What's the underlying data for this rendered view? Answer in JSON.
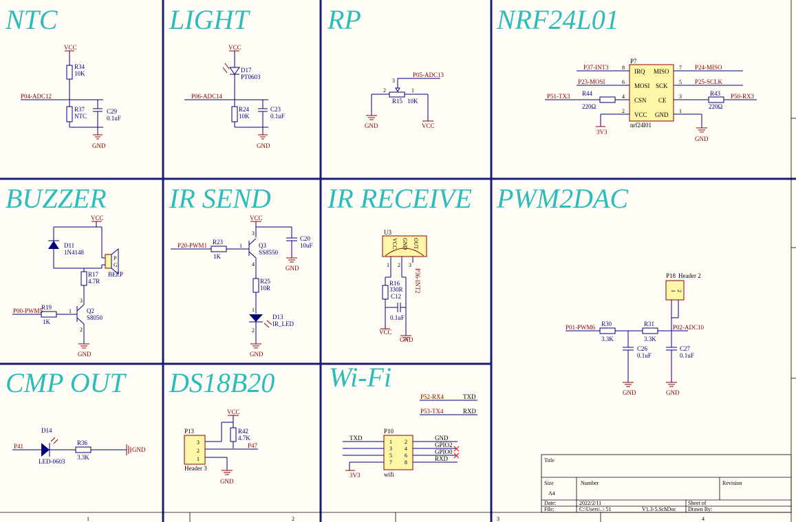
{
  "sections": {
    "ntc": {
      "title": "NTC",
      "vcc": "VCC",
      "net": "P04-ADC12",
      "r34": "R34",
      "r34v": "10K",
      "r37": "R37",
      "r37v": "NTC",
      "c29": "C29",
      "c29v": "0.1uF",
      "gnd": "GND"
    },
    "light": {
      "title": "LIGHT",
      "vcc": "VCC",
      "d17": "D17",
      "d17v": "PT0603",
      "net": "P06-ADC14",
      "r24": "R24",
      "r24v": "10K",
      "c23": "C23",
      "c23v": "0.1uF",
      "gnd": "GND"
    },
    "rp": {
      "title": "RP",
      "net": "P05-ADC13",
      "r15": "R15",
      "r15v": "10K",
      "p1": "1",
      "p2": "2",
      "p3": "3",
      "gnd": "GND",
      "vcc": "VCC"
    },
    "nrf": {
      "title": "NRF24L01",
      "ref": "P7",
      "part": "nrf24l01",
      "left_nets": [
        "P37-INT3",
        "P23-MOSI",
        "P51-TX3",
        ""
      ],
      "left_pins": [
        "8",
        "6",
        "4",
        "2"
      ],
      "left_names": [
        "IRQ",
        "MOSI",
        "CSN",
        "VCC"
      ],
      "right_names": [
        "MISO",
        "SCK",
        "CE",
        "GND"
      ],
      "right_pins": [
        "7",
        "5",
        "3",
        "1"
      ],
      "right_nets": [
        "P24-MISO",
        "P25-SCLK",
        "P50-RX3",
        ""
      ],
      "r44": "R44",
      "r44v": "220Ω",
      "r43": "R43",
      "r43v": "220Ω",
      "v33": "3V3",
      "gnd": "GND"
    },
    "buzzer": {
      "title": "BUZZER",
      "vcc": "VCC",
      "d11": "D11",
      "d11v": "1N4148",
      "beep": "BEEP",
      "bp": "P",
      "bg": "G",
      "r17": "R17",
      "r17v": "4.7R",
      "net": "P00-PWM5",
      "r19": "R19",
      "r19v": "1K",
      "q2": "Q2",
      "q2v": "S8050",
      "gnd": "GND",
      "p1": "1",
      "p2": "2",
      "p3": "3"
    },
    "irsend": {
      "title": "IR SEND",
      "vcc": "VCC",
      "net": "P20-PWM1",
      "r23": "R23",
      "r23v": "1K",
      "q3": "Q3",
      "q3v": "SS8550",
      "c20": "C20",
      "c20v": "10uF",
      "r25": "R25",
      "r25v": "10R",
      "d13": "D13",
      "d13v": "IR_LED",
      "gnd": "GND",
      "p1": "1",
      "p2": "2",
      "p3": "3",
      "p4": "4"
    },
    "irrecv": {
      "title": "IR RECEIVE",
      "u3": "U3",
      "pins": [
        "VCC",
        "GND",
        "OUT"
      ],
      "pnums": [
        "1",
        "2",
        "3"
      ],
      "net": "P36-INT2",
      "r16": "R16",
      "r16v": "330R",
      "c12": "C12",
      "c12v": "0.1uF",
      "vcc": "VCC",
      "gnd": "GND"
    },
    "pwm2dac": {
      "title": "PWM2DAC",
      "p18": "P18",
      "p18v": "Header 2",
      "net_in": "P01-PWM6",
      "net_out": "P02-ADC10",
      "r30": "R30",
      "r30v": "3.3K",
      "r31": "R31",
      "r31v": "3.3K",
      "c26": "C26",
      "c26v": "0.1uF",
      "c27": "C27",
      "c27v": "0.1uF",
      "gnd": "GND",
      "h1": "1",
      "h2": "2"
    },
    "cmp": {
      "title": "CMP OUT",
      "net": "P41",
      "d14": "D14",
      "d14v": "LED-0603",
      "r36": "R36",
      "r36v": "3.3K",
      "gnd": "GND"
    },
    "ds18b20": {
      "title": "DS18B20",
      "vcc": "VCC",
      "p13": "P13",
      "p13v": "Header 3",
      "pins": [
        "3",
        "2",
        "1"
      ],
      "r42": "R42",
      "r42v": "4.7K",
      "net": "P47",
      "gnd": "GND"
    },
    "wifi": {
      "title": "Wi-Fi",
      "net1": "P52-RX4",
      "net1r": "TXD",
      "net2": "P53-TX4",
      "net2r": "RXD",
      "p10": "P10",
      "part": "wifi",
      "left_pins": [
        "1",
        "3",
        "5",
        "7"
      ],
      "right_pins": [
        "2",
        "4",
        "6",
        "8"
      ],
      "left_net": "TXD",
      "right_nets": [
        "GND",
        "GPIO2",
        "GPIO0",
        "RXD"
      ],
      "v33": "3V3"
    }
  },
  "title_block": {
    "title": "Title",
    "size": "Size",
    "size_v": "A4",
    "number": "Number",
    "revision": "Revision",
    "date": "Date:",
    "date_v": "2022/2/11",
    "sheet": "Sheet    of",
    "file": "File:",
    "file_v": "C:\\Users\\..\\      51",
    "file_name": "V1.3-5.SchDoc",
    "drawn": "Drawn By:"
  },
  "border": {
    "zones": [
      "1",
      "2",
      "3",
      "4"
    ]
  }
}
